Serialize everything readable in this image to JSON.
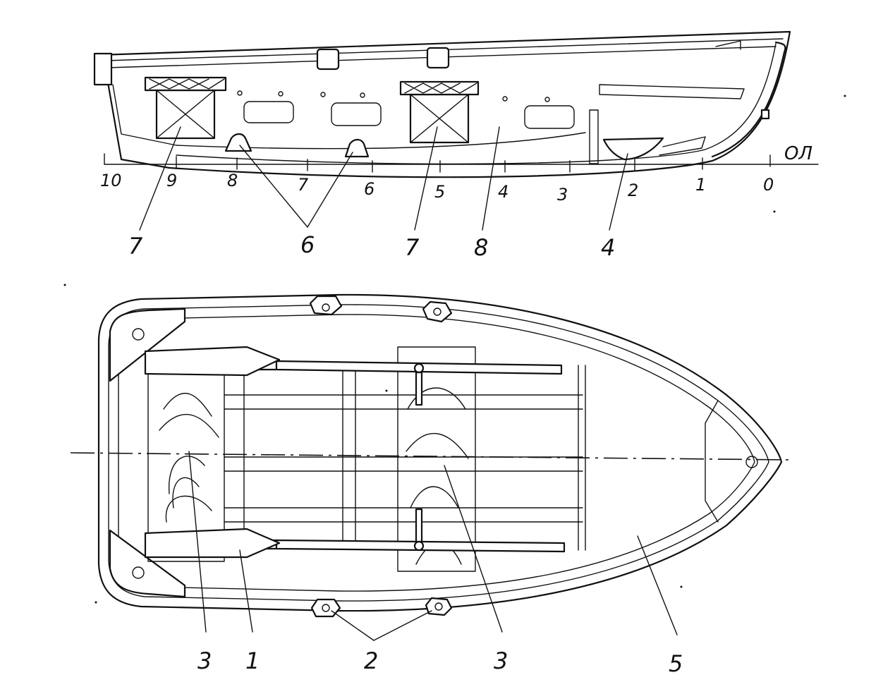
{
  "side_view": {
    "station_labels": [
      "10",
      "9",
      "8",
      "7",
      "6",
      "5",
      "4",
      "3",
      "2",
      "1",
      "0"
    ],
    "waterline_label": "ОЛ",
    "callouts": [
      "7",
      "6",
      "7",
      "8",
      "4"
    ]
  },
  "plan_view": {
    "callouts": [
      "3",
      "1",
      "2",
      "3",
      "5"
    ]
  },
  "colors": {
    "ink": "#111111",
    "paper": "#ffffff"
  }
}
